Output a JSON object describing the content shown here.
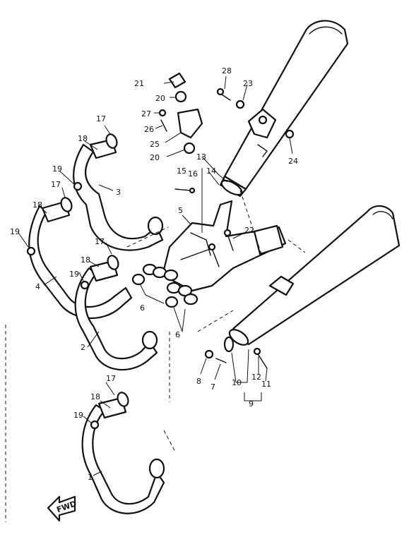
{
  "callouts": {
    "c1": "1",
    "c2": "2",
    "c3": "3",
    "c4": "4",
    "c5": "5",
    "c6a": "6",
    "c6b": "6",
    "c7": "7",
    "c8": "8",
    "c9": "9",
    "c10": "10",
    "c11": "11",
    "c12": "12",
    "c13": "13",
    "c14": "14",
    "c15": "15",
    "c16": "16",
    "c17a": "17",
    "c17b": "17",
    "c17c": "17",
    "c17d": "17",
    "c18a": "18",
    "c18b": "18",
    "c18c": "18",
    "c18d": "18",
    "c19a": "19",
    "c19b": "19",
    "c19c": "19",
    "c19d": "19",
    "c20a": "20",
    "c20b": "20",
    "c21": "21",
    "c22": "22",
    "c23": "23",
    "c24": "24",
    "c25": "25",
    "c26": "26",
    "c27": "27",
    "c28": "28"
  },
  "direction_badge": "FWD",
  "colors": {
    "ink": "#111111",
    "paper": "#ffffff"
  }
}
